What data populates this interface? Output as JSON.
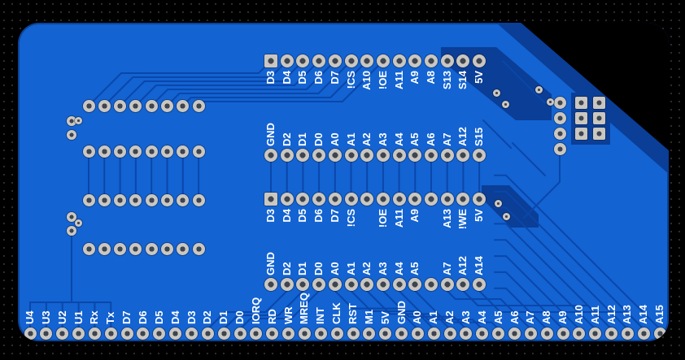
{
  "colors": {
    "background": "#000000",
    "grid_dot": "#2e2e2e",
    "board": "#1363d2",
    "copper_zone": "#0a3e97",
    "trace": "#0a47ab",
    "pad": "#cac7c1",
    "pad_hole": "#3e4450",
    "silkscreen": "#ffffff"
  },
  "connectors": {
    "upper_header": {
      "row1": [
        "D3",
        "D4",
        "D5",
        "D6",
        "D7",
        "!CS",
        "A10",
        "!OE",
        "A11",
        "A9",
        "A8",
        "S13",
        "S14",
        "5V"
      ],
      "row2": [
        "GND",
        "D2",
        "D1",
        "D0",
        "A0",
        "A1",
        "A2",
        "A3",
        "A4",
        "A5",
        "A6",
        "A7",
        "A12",
        "S15"
      ]
    },
    "lower_header": {
      "row1": [
        "D3",
        "D4",
        "D5",
        "D6",
        "D7",
        "!CS",
        "",
        "!OE",
        "A11",
        "A9",
        "",
        "A13",
        "!WE",
        "5V"
      ],
      "row2": [
        "GND",
        "D2",
        "D1",
        "D0",
        "A0",
        "A1",
        "A2",
        "A3",
        "A4",
        "A5",
        "",
        "A7",
        "A12",
        "A14"
      ]
    },
    "bottom_edge_row": [
      "U4",
      "U3",
      "U2",
      "U1",
      "Rx",
      "Tx",
      "D7",
      "D6",
      "D5",
      "D4",
      "D3",
      "D2",
      "D1",
      "D0",
      "IORQ",
      "RD",
      "WR",
      "MREQ",
      "INT",
      "CLK",
      "RST",
      "M1",
      "5V",
      "GND",
      "A0",
      "A1",
      "A2",
      "A3",
      "A4",
      "A5",
      "A6",
      "A7",
      "A8",
      "A9",
      "A10",
      "A11",
      "A12",
      "A13",
      "A14",
      "A15"
    ]
  }
}
